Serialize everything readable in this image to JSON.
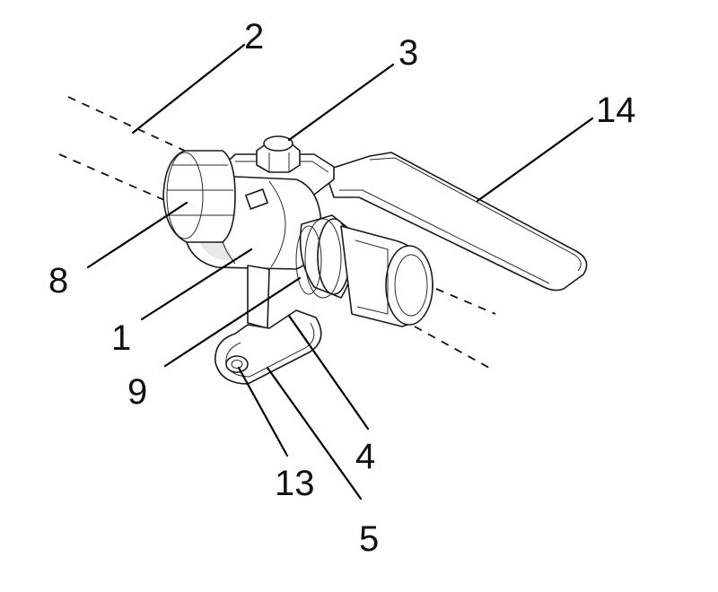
{
  "figure": {
    "labels": [
      {
        "id": "2",
        "text": "2"
      },
      {
        "id": "3",
        "text": "3"
      },
      {
        "id": "14",
        "text": "14"
      },
      {
        "id": "8",
        "text": "8"
      },
      {
        "id": "1",
        "text": "1"
      },
      {
        "id": "9",
        "text": "9"
      },
      {
        "id": "4",
        "text": "4"
      },
      {
        "id": "13",
        "text": "13"
      },
      {
        "id": "5",
        "text": "5"
      }
    ]
  }
}
